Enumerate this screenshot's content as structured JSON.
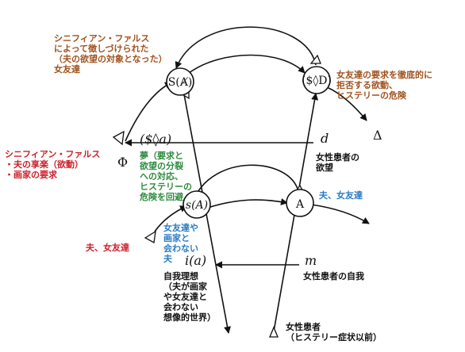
{
  "colors": {
    "brown": "#a0521e",
    "red": "#cc1f2a",
    "green": "#2e8b3e",
    "blue": "#2a7cc4",
    "black": "#111111"
  },
  "nodes": {
    "s_barred_a": "S(Ⱥ)",
    "s_lozenge_d": "($◊D)",
    "s_a": "s(A)",
    "a": "A"
  },
  "math": {
    "fantasy": "($◊a)",
    "phi": "Φ",
    "d": "d",
    "delta": "Δ",
    "i_a": "i(a)",
    "m": "m"
  },
  "labels": {
    "phallus_friend": "シニフィアン・ファルス\nによって徴しづけられた\n（夫の欲望の対象となった）\n女友達",
    "friend_refusal": "女友達の要求を徹底的に\n拒否する欲動、\nヒステリーの危険",
    "phallus_husband": "シニフィアン・ファルス\n・夫の享楽（欲動）\n・画家の要求",
    "dream": "夢（要求と\n欲望の分裂\nへの対応、\nヒステリーの\n危険を回避",
    "patient_desire": "女性患者の\n欲望",
    "husband_friend_right": "夫、女友達",
    "husband_friend_left": "夫、女友達",
    "no_meeting": "女友達や\n画家と\n会わない\n夫",
    "ego_ideal": "自我理想\n（夫が画家\nや女友達と\n会わない\n想像的世界）",
    "patient_ego": "女性患者の自我",
    "patient": "女性患者\n（ヒステリー症状以前）"
  }
}
